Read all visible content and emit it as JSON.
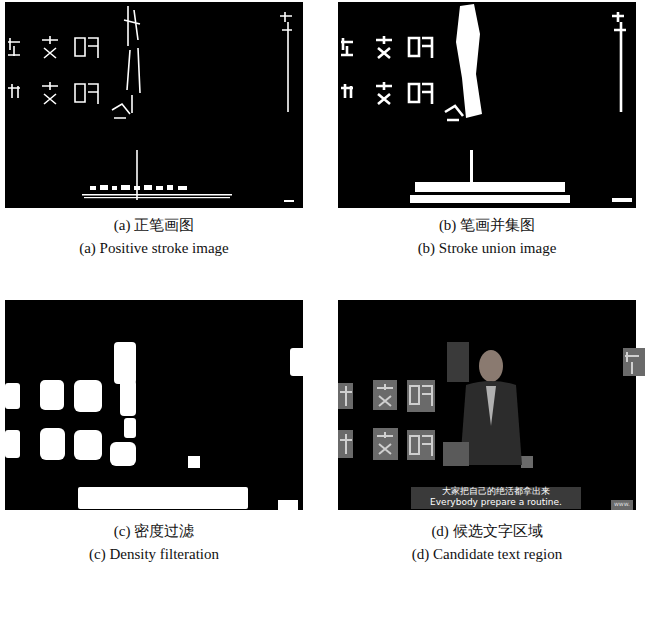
{
  "diagram": {
    "labels": [
      "(a) 正笔画图",
      "(b) 笔画并集图",
      "(a) Positive stroke image",
      "(b) Stroke union image",
      "(c) 密度过滤",
      "(d) 候选文字区域",
      "(c) Density filteration",
      "(d) Candidate text region",
      "大家把自己的绝活都拿出来",
      "Everybody prepare a routine.",
      "www."
    ]
  }
}
